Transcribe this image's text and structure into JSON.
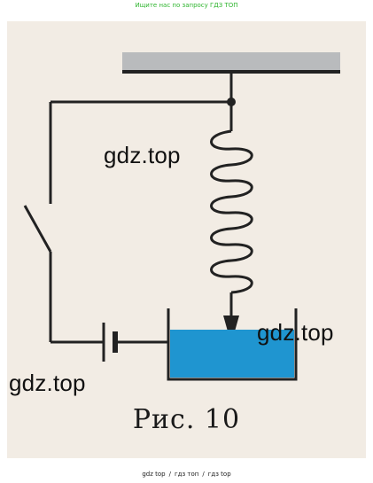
{
  "banner": {
    "text": "Ищите нас по запросу ГДЗ ТОП"
  },
  "figure": {
    "caption": "Рис. 10",
    "watermarks": [
      "gdz.top",
      "gdz.top",
      "gdz.top"
    ],
    "liquid_color": "#1f95d0",
    "ceiling_color": "#b9bbbd"
  },
  "footer": {
    "links": [
      "gdz top",
      "гдз топ",
      "гдз top"
    ],
    "separator": "/"
  }
}
